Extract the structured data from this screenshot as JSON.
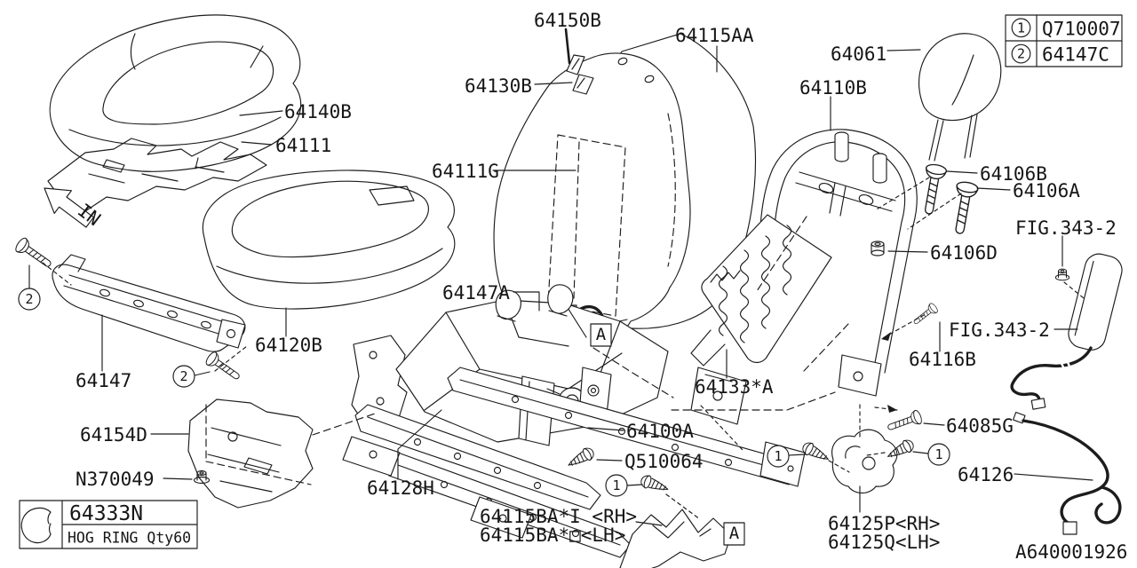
{
  "diagram_code": "A640001926",
  "direction_arrow": {
    "label": "IN"
  },
  "detail_marker_label": "A",
  "badges": {
    "b1": "1",
    "b2": "2"
  },
  "ref_table": {
    "rows": [
      {
        "num": "1",
        "part_no": "Q710007"
      },
      {
        "num": "2",
        "part_no": "64147C"
      }
    ]
  },
  "hog_ring_box": {
    "part_no": "64333N",
    "description": "HOG RING Qty60"
  },
  "callouts": [
    {
      "id": "64150B",
      "text": "64150B"
    },
    {
      "id": "64115AA",
      "text": "64115AA"
    },
    {
      "id": "64130B",
      "text": "64130B"
    },
    {
      "id": "64061",
      "text": "64061"
    },
    {
      "id": "64110B",
      "text": "64110B"
    },
    {
      "id": "64140B",
      "text": "64140B"
    },
    {
      "id": "64111",
      "text": "64111"
    },
    {
      "id": "64111G",
      "text": "64111G"
    },
    {
      "id": "64106B",
      "text": "64106B"
    },
    {
      "id": "64106A",
      "text": "64106A"
    },
    {
      "id": "fig-343-2-top",
      "text": "FIG.343-2"
    },
    {
      "id": "64106D",
      "text": "64106D"
    },
    {
      "id": "fig-343-2-side",
      "text": "FIG.343-2"
    },
    {
      "id": "64116B",
      "text": "64116B"
    },
    {
      "id": "64133A",
      "text": "64133*A"
    },
    {
      "id": "64120B",
      "text": "64120B"
    },
    {
      "id": "64147",
      "text": "64147"
    },
    {
      "id": "64147A",
      "text": "64147A"
    },
    {
      "id": "64154D",
      "text": "64154D"
    },
    {
      "id": "N370049",
      "text": "N370049"
    },
    {
      "id": "64100A",
      "text": "64100A"
    },
    {
      "id": "64128H",
      "text": "64128H"
    },
    {
      "id": "Q510064",
      "text": "Q510064"
    },
    {
      "id": "64115BA-RH",
      "text": "64115BA*I <RH>"
    },
    {
      "id": "64115BA-LH",
      "text": "64115BA*□<LH>"
    },
    {
      "id": "64085G",
      "text": "64085G"
    },
    {
      "id": "64126",
      "text": "64126"
    },
    {
      "id": "64125P",
      "text": "64125P<RH>"
    },
    {
      "id": "64125Q",
      "text": "64125Q<LH>"
    }
  ],
  "colors": {
    "line": "#1c1c1c",
    "background": "#ffffff"
  }
}
